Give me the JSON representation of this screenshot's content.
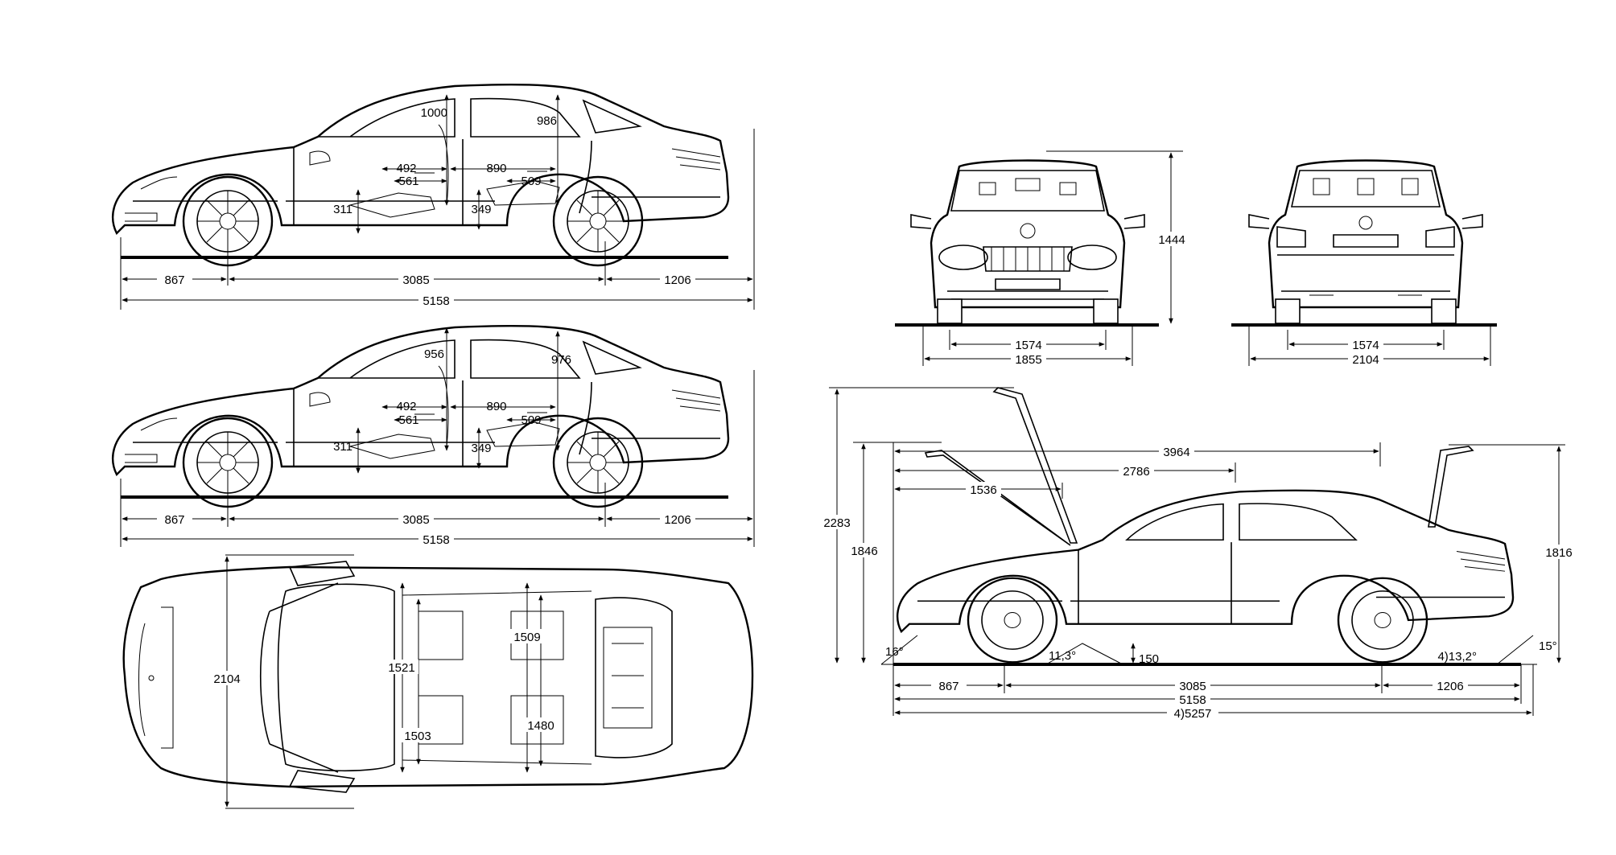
{
  "side_view_1": {
    "dims": {
      "front_overhang": "867",
      "wheelbase": "3085",
      "rear_overhang": "1206",
      "length": "5158"
    },
    "interior": {
      "headroom_front": "1000",
      "headroom_rear": "986",
      "d492": "492",
      "d561": "561",
      "d890": "890",
      "d509": "509",
      "d311": "311",
      "d349": "349"
    }
  },
  "side_view_2": {
    "dims": {
      "front_overhang": "867",
      "wheelbase": "3085",
      "rear_overhang": "1206",
      "length": "5158"
    },
    "interior": {
      "headroom_front": "956",
      "headroom_rear": "976",
      "d492": "492",
      "d561": "561",
      "d890": "890",
      "d509": "509",
      "d311": "311",
      "d349": "349"
    }
  },
  "top_view": {
    "width_mirrors": "2104",
    "d1521": "1521",
    "d1503": "1503",
    "d1509": "1509",
    "d1480": "1480"
  },
  "front_view": {
    "height": "1444",
    "track": "1574",
    "width": "1855"
  },
  "rear_view": {
    "track": "1574",
    "width_mirrors": "2104"
  },
  "open_view": {
    "h2283": "2283",
    "h1846": "1846",
    "h1816": "1816",
    "d3964": "3964",
    "d2786": "2786",
    "d1536": "1536",
    "angle_front": "16°",
    "angle_ramp": "11,3°",
    "clearance": "150",
    "angle_rear_note": "4)13,2°",
    "angle_rear": "15°",
    "front_overhang": "867",
    "wheelbase": "3085",
    "rear_overhang": "1206",
    "length": "5158",
    "length_note": "4)5257"
  }
}
